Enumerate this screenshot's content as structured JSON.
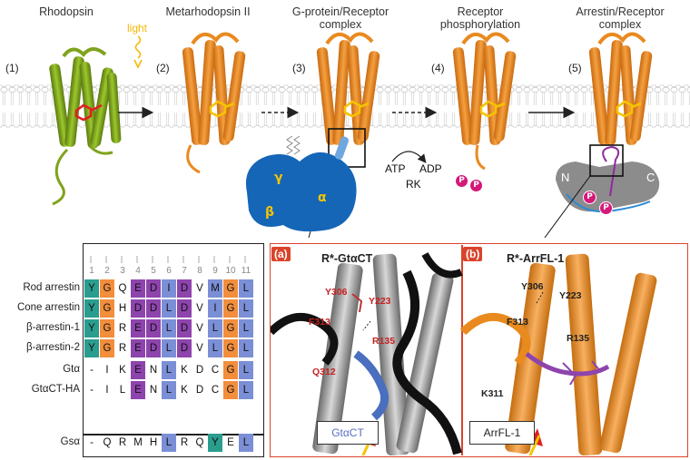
{
  "stages": [
    {
      "num": "(1)",
      "title": "Rhodopsin"
    },
    {
      "num": "(2)",
      "title": "Metarhodopsin II"
    },
    {
      "num": "(3)",
      "title": "G-protein/Receptor complex"
    },
    {
      "num": "(4)",
      "title": "Receptor phosphorylation"
    },
    {
      "num": "(5)",
      "title": "Arrestin/Receptor complex"
    }
  ],
  "light_label": "light",
  "gprotein": {
    "gamma": "γ",
    "beta": "β",
    "alpha": "α"
  },
  "phosphorylation": {
    "atp": "ATP",
    "adp": "ADP",
    "rk": "RK",
    "p": "P"
  },
  "arrestin": {
    "n": "N",
    "c": "C"
  },
  "alignment": {
    "columns": [
      "1",
      "2",
      "3",
      "4",
      "5",
      "6",
      "7",
      "8",
      "9",
      "10",
      "11"
    ],
    "rows": [
      {
        "label": "Rod arrestin",
        "seq": [
          "Y",
          "G",
          "Q",
          "E",
          "D",
          "I",
          "D",
          "V",
          "M",
          "G",
          "L"
        ]
      },
      {
        "label": "Cone arrestin",
        "seq": [
          "Y",
          "G",
          "H",
          "D",
          "D",
          "L",
          "D",
          "V",
          "I",
          "G",
          "L"
        ]
      },
      {
        "label": "β-arrestin-1",
        "seq": [
          "Y",
          "G",
          "R",
          "E",
          "D",
          "L",
          "D",
          "V",
          "L",
          "G",
          "L"
        ]
      },
      {
        "label": "β-arrestin-2",
        "seq": [
          "Y",
          "G",
          "R",
          "E",
          "D",
          "L",
          "D",
          "V",
          "L",
          "G",
          "L"
        ]
      },
      {
        "label": "Gtα",
        "seq": [
          "-",
          "I",
          "K",
          "E",
          "N",
          "L",
          "K",
          "D",
          "C",
          "G",
          "L"
        ]
      },
      {
        "label": "GtαCT-HA",
        "seq": [
          "-",
          "I",
          "L",
          "E",
          "N",
          "L",
          "K",
          "D",
          "C",
          "G",
          "L"
        ]
      },
      {
        "label": "Gsα",
        "seq": [
          "-",
          "Q",
          "R",
          "M",
          "H",
          "L",
          "R",
          "Q",
          "Y",
          "E",
          "L"
        ]
      }
    ]
  },
  "panel_a": {
    "letter": "(a)",
    "title": "R*-GtαCT",
    "residues": [
      "Y306",
      "Y223",
      "F313",
      "R135",
      "Q312"
    ],
    "callout": "GtαCT"
  },
  "panel_b": {
    "letter": "(b)",
    "title": "R*-ArrFL-1",
    "residues": [
      "Y306",
      "Y223",
      "F313",
      "R135",
      "K311"
    ],
    "callout": "ArrFL-1"
  },
  "colors": {
    "teal": "#2a9d8f",
    "orange": "#f28e3c",
    "purple": "#8e44ad",
    "blue": "#7b8fd6",
    "receptor_orange": "#e98a1f",
    "rhodopsin_green": "#7fa31c",
    "gprotein_blue": "#1566b7",
    "frame_red": "#d9442b",
    "phospho_magenta": "#d4197a"
  }
}
